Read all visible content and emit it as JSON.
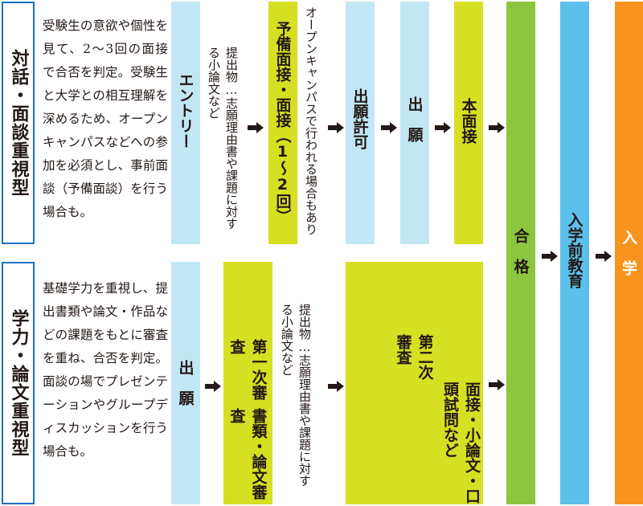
{
  "colors": {
    "light_blue": "#c2e7f4",
    "yellow_green": "#d7df23",
    "green": "#8cc63f",
    "blue": "#5bc0eb",
    "orange": "#f7941d",
    "border_blue": "#1a73c4"
  },
  "top": {
    "type_label": "対話・面談重視型",
    "description": "受験生の意欲や個性を見て、2～3回の面接で合否を判定。受験生と大学との相互理解を深めるため、オープンキャンパスなどへの参加を必須とし、事前面談（予備面談）を行う場合も。",
    "step1": "エントリー",
    "step1_note": "提出物…志願理由書や課題に対する小論文など",
    "step2": "予備面接・面接（1～2回）",
    "step2_note": "オープンキャンパスで行われる場合もあり",
    "step3": "出願許可",
    "step4": "出　願",
    "step5": "本面接"
  },
  "bottom": {
    "type_label": "学力・論文重視型",
    "description": "基礎学力を重視し、提出書類や論文・作品などの課題をもとに審査を重ね、合否を判定。面談の場でプレゼンテーションやグループディスカッションを行う場合も。",
    "step1": "出　願",
    "step2_title": "第一次審査",
    "step2_sub": "書類・論文審査",
    "step2_note": "提出物…志願理由書や課題に対する小論文など",
    "step3_title": "第二次審査",
    "step3_sub": "面接・小論文・口頭試問など"
  },
  "common": {
    "pass": "合　格",
    "pre_enrollment": "入学前教育",
    "enrollment": "入　学"
  }
}
